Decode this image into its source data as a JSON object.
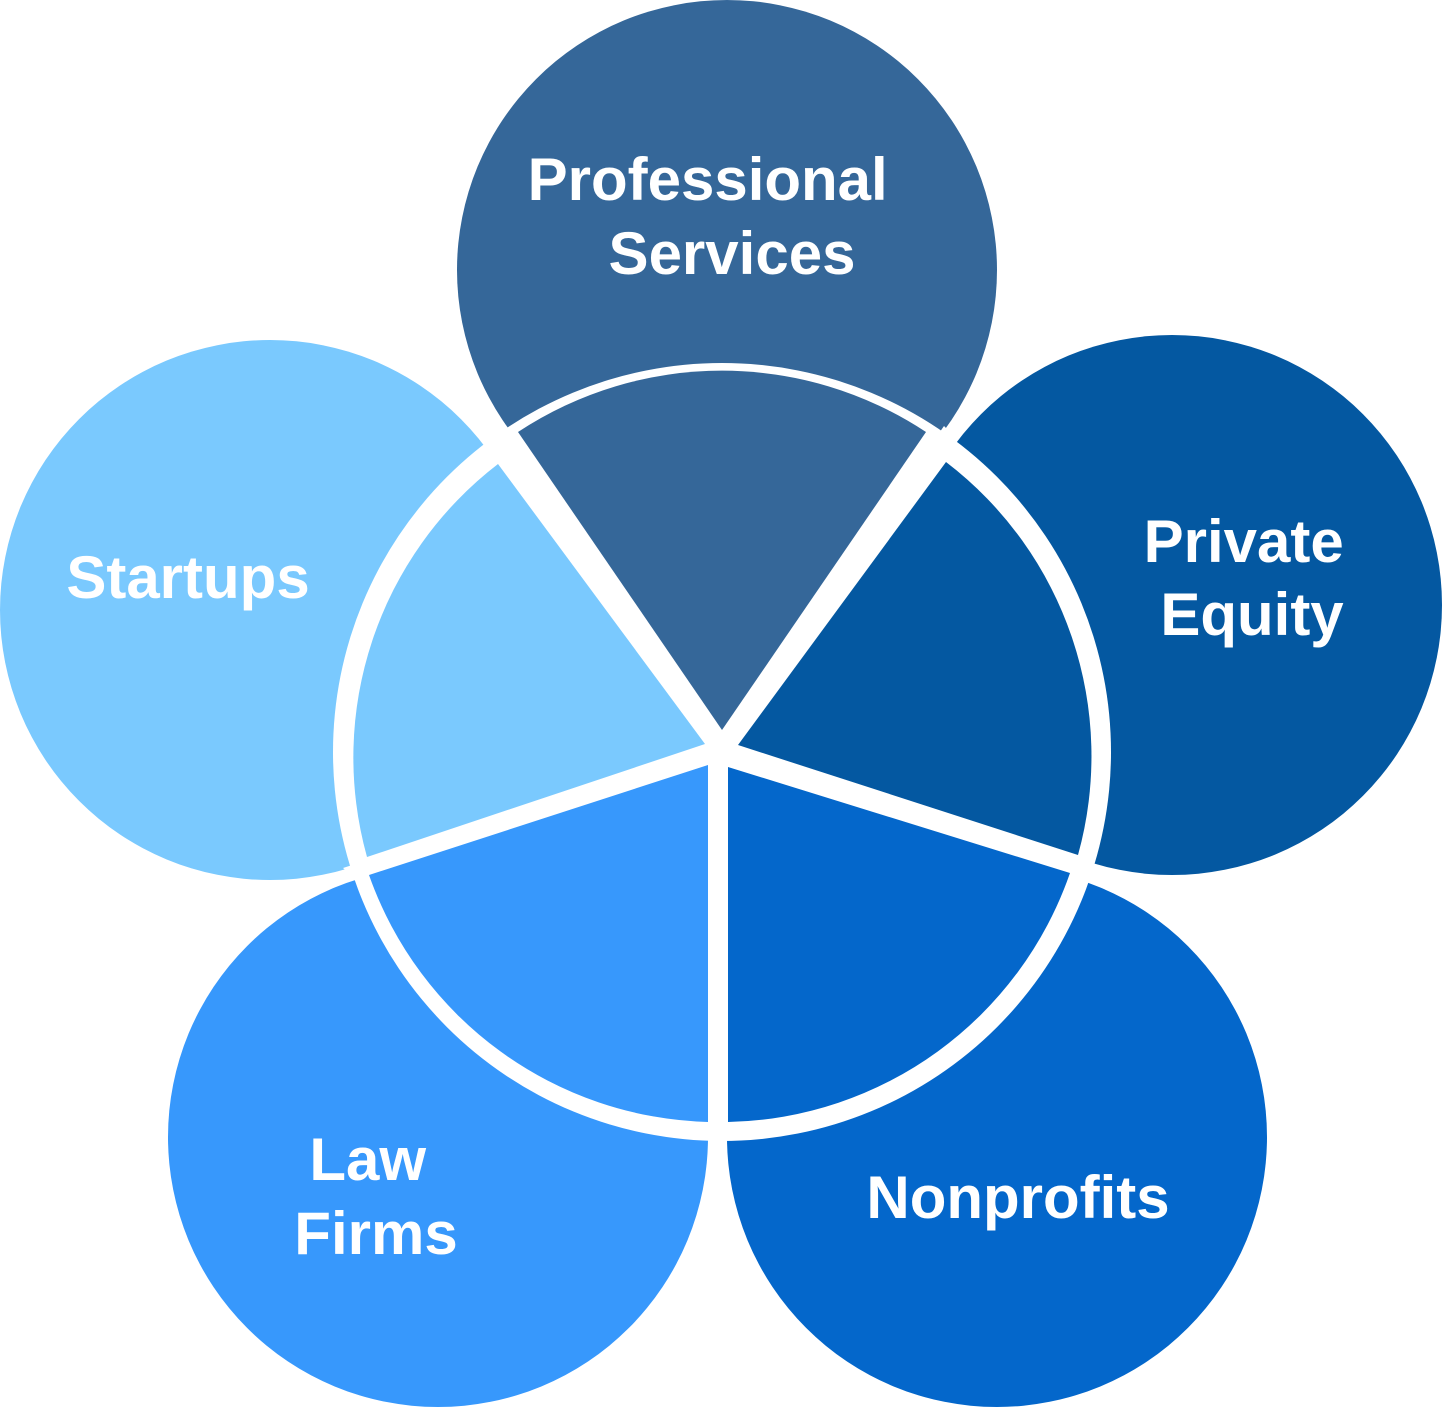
{
  "diagram": {
    "segments": [
      {
        "id": "professional-services",
        "lines": [
          "Professional",
          "Services"
        ],
        "color": "#356799"
      },
      {
        "id": "private-equity",
        "lines": [
          "Private",
          "Equity"
        ],
        "color": "#0458A1"
      },
      {
        "id": "nonprofits",
        "lines": [
          "Nonprofits"
        ],
        "color": "#0467CB"
      },
      {
        "id": "law-firms",
        "lines": [
          "Law",
          "Firms"
        ],
        "color": "#3798FC"
      },
      {
        "id": "startups",
        "lines": [
          "Startups"
        ],
        "color": "#7AC9FE"
      }
    ],
    "separator_color": "#ffffff",
    "background_color": "#ffffff"
  }
}
